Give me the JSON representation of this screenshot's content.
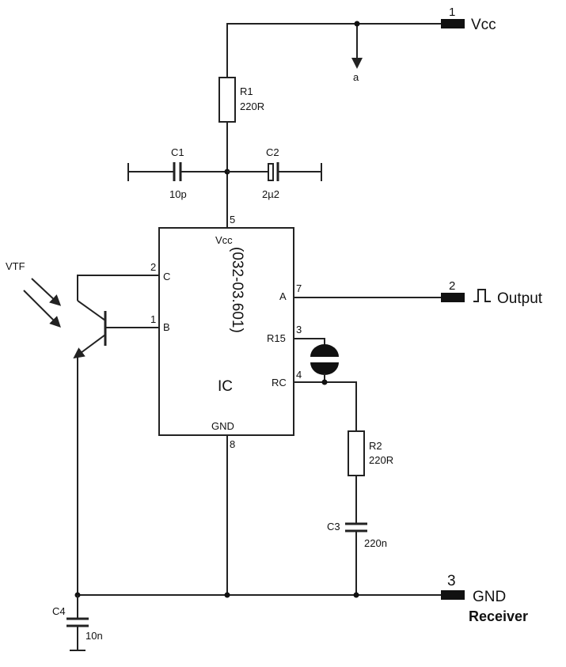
{
  "terminals": {
    "vcc": {
      "number": "1",
      "label": "Vcc"
    },
    "output": {
      "number": "2",
      "label": "Output"
    },
    "gnd": {
      "number": "3",
      "label": "GND"
    }
  },
  "caption": "Receiver",
  "probe_label": "a",
  "components": {
    "r1": {
      "ref": "R1",
      "value": "220R"
    },
    "c1": {
      "ref": "C1",
      "value": "10p"
    },
    "c2": {
      "ref": "C2",
      "value": "2µ2"
    },
    "r2": {
      "ref": "R2",
      "value": "220R"
    },
    "c3": {
      "ref": "C3",
      "value": "220n"
    },
    "c4": {
      "ref": "C4",
      "value": "10n"
    },
    "phototransistor": {
      "label": "VTF"
    }
  },
  "ic": {
    "part": "(032-03.601)",
    "name": "IC",
    "pins": {
      "vcc": {
        "num": "5",
        "name": "Vcc"
      },
      "c": {
        "num": "2",
        "name": "C"
      },
      "b": {
        "num": "1",
        "name": "B"
      },
      "a": {
        "num": "7",
        "name": "A"
      },
      "r15": {
        "num": "3",
        "name": "R15"
      },
      "rc": {
        "num": "4",
        "name": "RC"
      },
      "gnd": {
        "num": "8",
        "name": "GND"
      }
    }
  }
}
